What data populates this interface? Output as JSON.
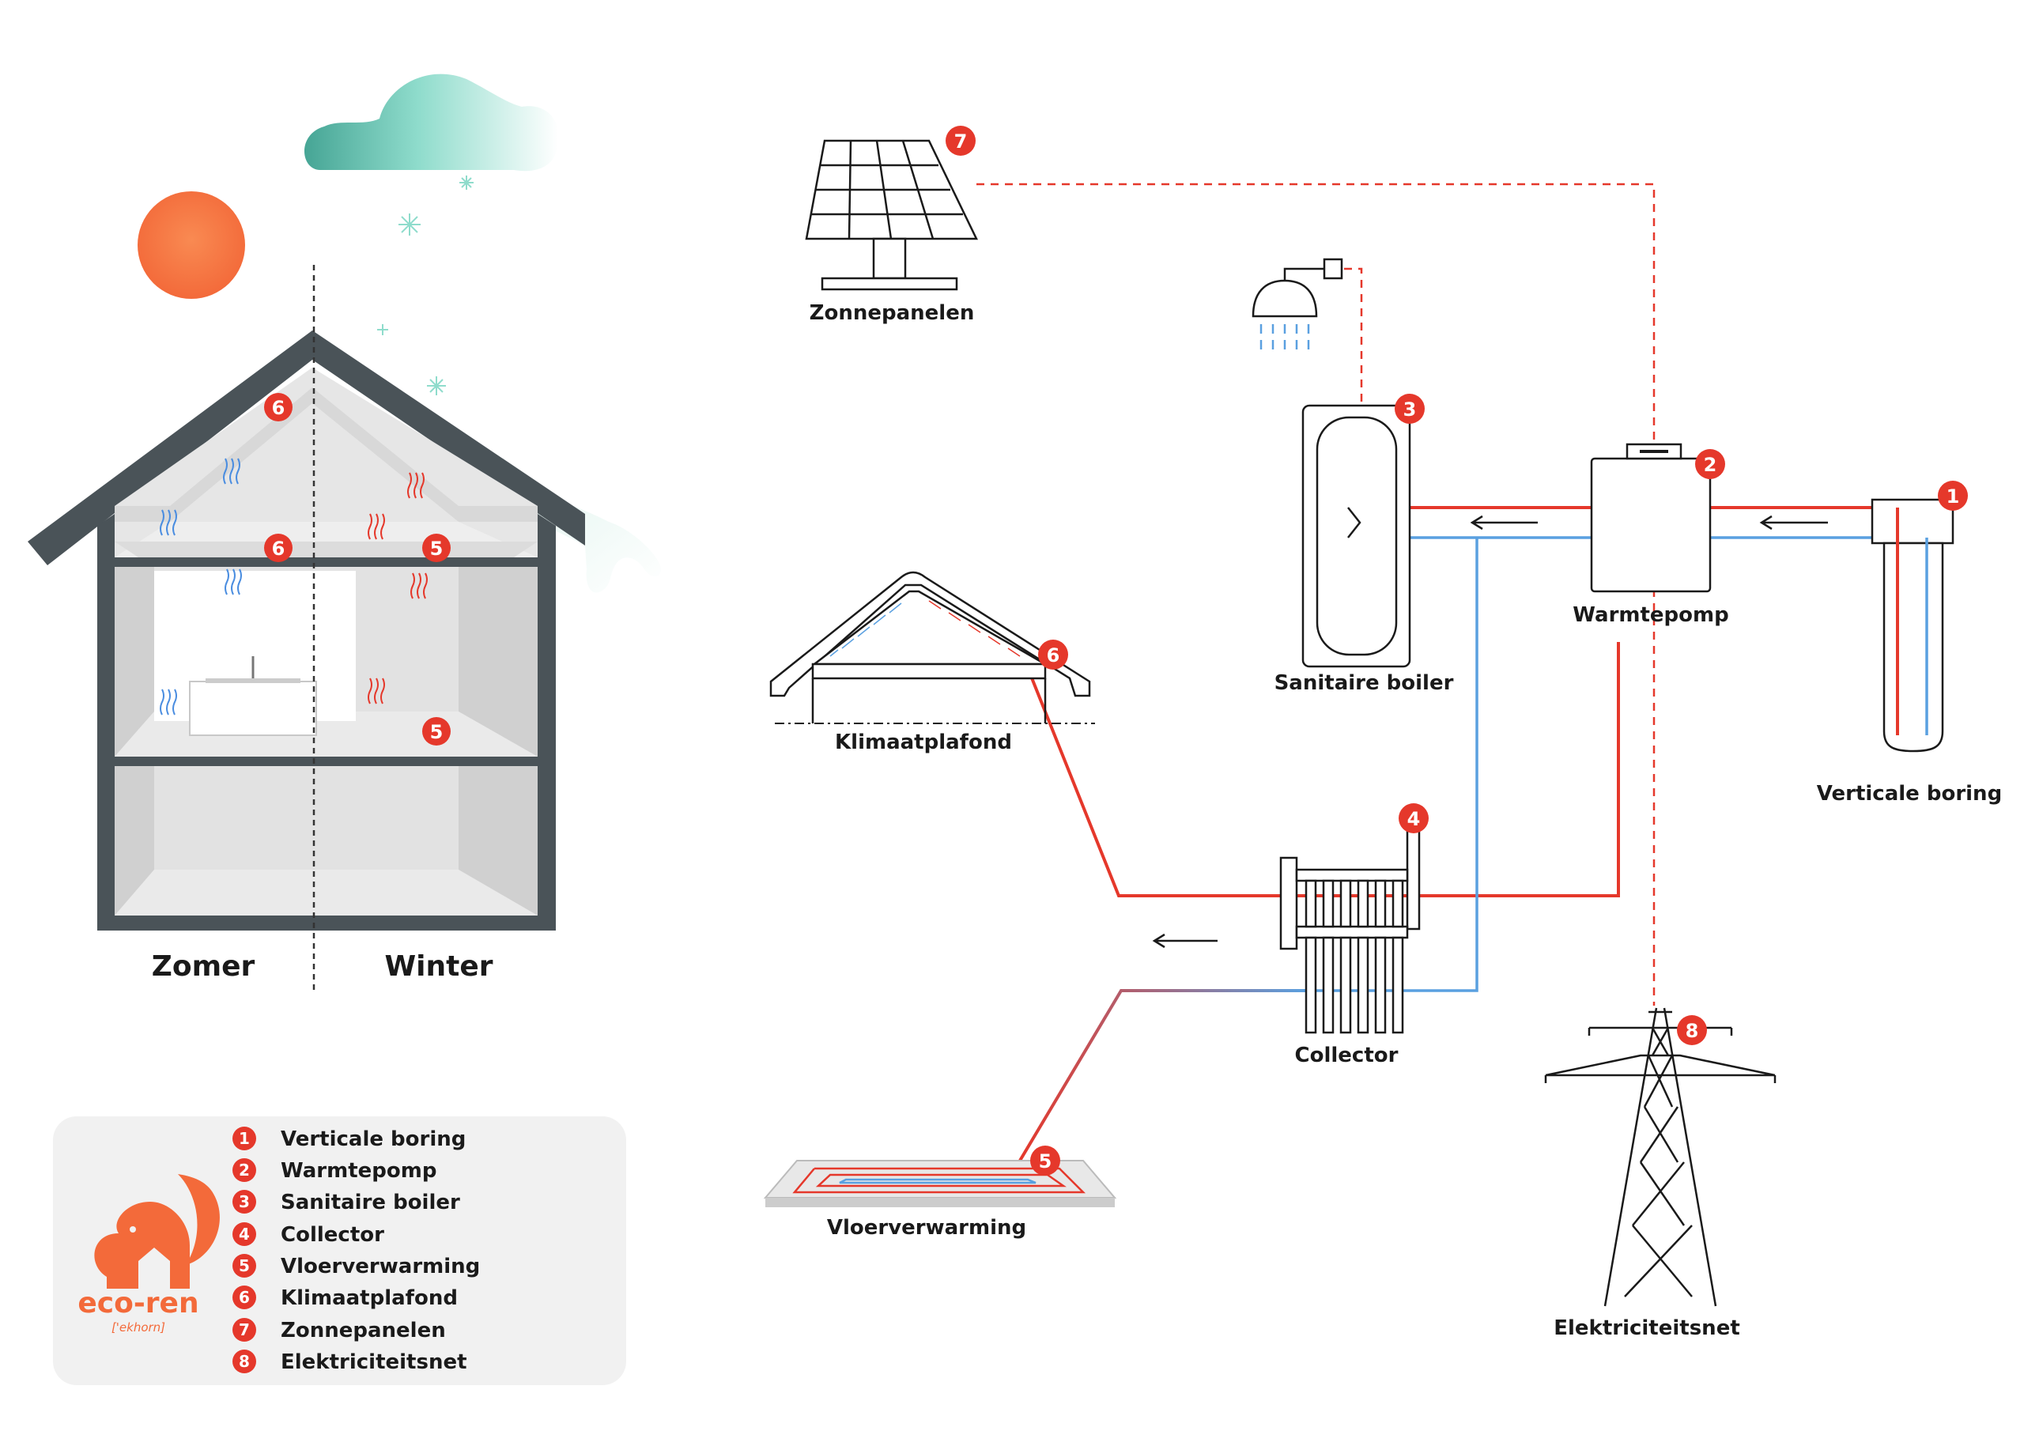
{
  "house": {
    "season_summer": "Zomer",
    "season_winter": "Winter",
    "badges": [
      "6",
      "6",
      "5",
      "5"
    ]
  },
  "components": {
    "solar": {
      "num": "7",
      "label": "Zonnepanelen"
    },
    "boiler": {
      "num": "3",
      "label": "Sanitaire boiler"
    },
    "heatpump": {
      "num": "2",
      "label": "Warmtepomp"
    },
    "borehole": {
      "num": "1",
      "label": "Verticale boring"
    },
    "ceiling": {
      "num": "6",
      "label": "Klimaatplafond"
    },
    "collector": {
      "num": "4",
      "label": "Collector"
    },
    "floor": {
      "num": "5",
      "label": "Vloerverwarming"
    },
    "grid": {
      "num": "8",
      "label": "Elektriciteitsnet"
    }
  },
  "legend": {
    "items": [
      {
        "num": "1",
        "label": "Verticale boring"
      },
      {
        "num": "2",
        "label": "Warmtepomp"
      },
      {
        "num": "3",
        "label": "Sanitaire boiler"
      },
      {
        "num": "4",
        "label": "Collector"
      },
      {
        "num": "5",
        "label": "Vloerverwarming"
      },
      {
        "num": "6",
        "label": "Klimaatplafond"
      },
      {
        "num": "7",
        "label": "Zonnepanelen"
      },
      {
        "num": "8",
        "label": "Elektriciteitsnet"
      }
    ]
  },
  "logo": {
    "name": "eco-ren",
    "phonetic": "['ekhorn]"
  },
  "colors": {
    "badge": "#e5382b",
    "pipe_hot": "#e5382b",
    "pipe_cold": "#5aa0e0",
    "house_wall": "#4a5358",
    "legend_bg": "#f1f1f1",
    "sun": "#f57a40",
    "cloud": "#8fdccc"
  }
}
